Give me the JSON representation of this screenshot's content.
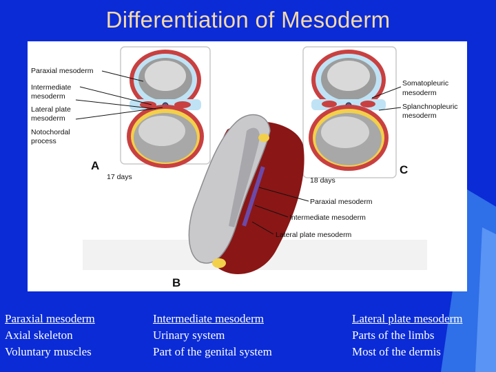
{
  "slide": {
    "title": "Differentiation of Mesoderm"
  },
  "figure": {
    "labels_left": {
      "paraxial": "Paraxial mesoderm",
      "intermediate_1": "Intermediate",
      "intermediate_2": "mesoderm",
      "lateral_1": "Lateral plate",
      "lateral_2": "mesoderm",
      "notochordal_1": "Notochordal",
      "notochordal_2": "process"
    },
    "labels_right": {
      "somato_1": "Somatopleuric",
      "somato_2": "mesoderm",
      "splanch_1": "Splanchnopleuric",
      "splanch_2": "mesoderm"
    },
    "labels_center": {
      "paraxial": "Paraxial mesoderm",
      "intermediate": "Intermediate mesoderm",
      "lateral": "Lateral plate mesoderm"
    },
    "panel_a": {
      "letter": "A",
      "days": "17 days"
    },
    "panel_b": {
      "letter": "B"
    },
    "panel_c": {
      "letter": "C",
      "days": "18 days"
    },
    "colors": {
      "tissue_red": "#b52a2a",
      "amnion_blue": "#bfe3f5",
      "yolk_grey": "#9a9a9a",
      "dark_red": "#8a1616",
      "yellow": "#f2d04a"
    }
  },
  "columns": [
    {
      "heading": "Paraxial mesoderm",
      "lines": [
        "Axial skeleton",
        "Voluntary muscles"
      ]
    },
    {
      "heading": "Intermediate mesoderm",
      "lines": [
        "Urinary system",
        "Part of the genital system"
      ]
    },
    {
      "heading": "Lateral plate mesoderm",
      "lines": [
        "Parts of the limbs",
        "Most of the dermis"
      ]
    }
  ]
}
